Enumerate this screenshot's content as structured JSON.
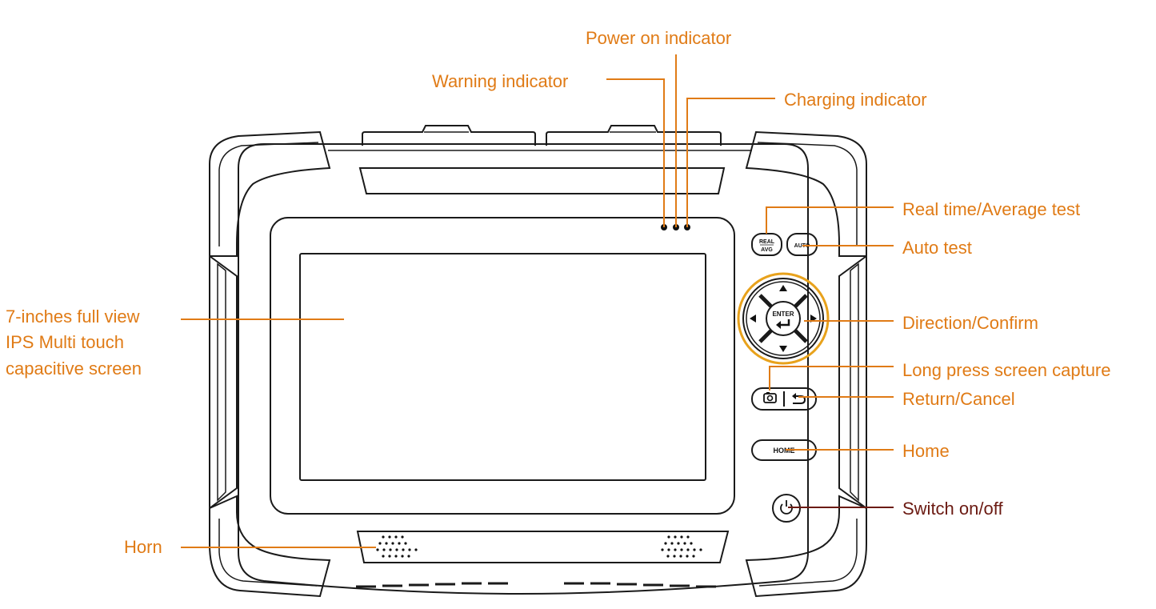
{
  "callouts": {
    "power_on": "Power on indicator",
    "warning": "Warning indicator",
    "charging": "Charging indicator",
    "real_avg": "Real time/Average test",
    "auto_test": "Auto test",
    "screen": [
      "7-inches full view",
      "IPS Multi touch",
      "capacitive screen"
    ],
    "direction": "Direction/Confirm",
    "screen_capture": "Long press screen capture",
    "return_cancel": "Return/Cancel",
    "home": "Home",
    "switch": "Switch on/off",
    "horn": "Horn"
  },
  "buttons": {
    "real_avg": [
      "REAL",
      "AVG"
    ],
    "auto": "AUTO",
    "enter": "ENTER",
    "home": "HOME"
  },
  "icons": {
    "enter": "enter-arrow-icon",
    "camera": "camera-icon",
    "return": "return-arrow-icon",
    "power": "power-icon",
    "arrows": [
      "arrow-up-icon",
      "arrow-down-icon",
      "arrow-left-icon",
      "arrow-right-icon"
    ]
  },
  "colors": {
    "callout": "#E07B16",
    "switch_callout": "#6B1A12",
    "device_outline": "#1a1a1a"
  }
}
